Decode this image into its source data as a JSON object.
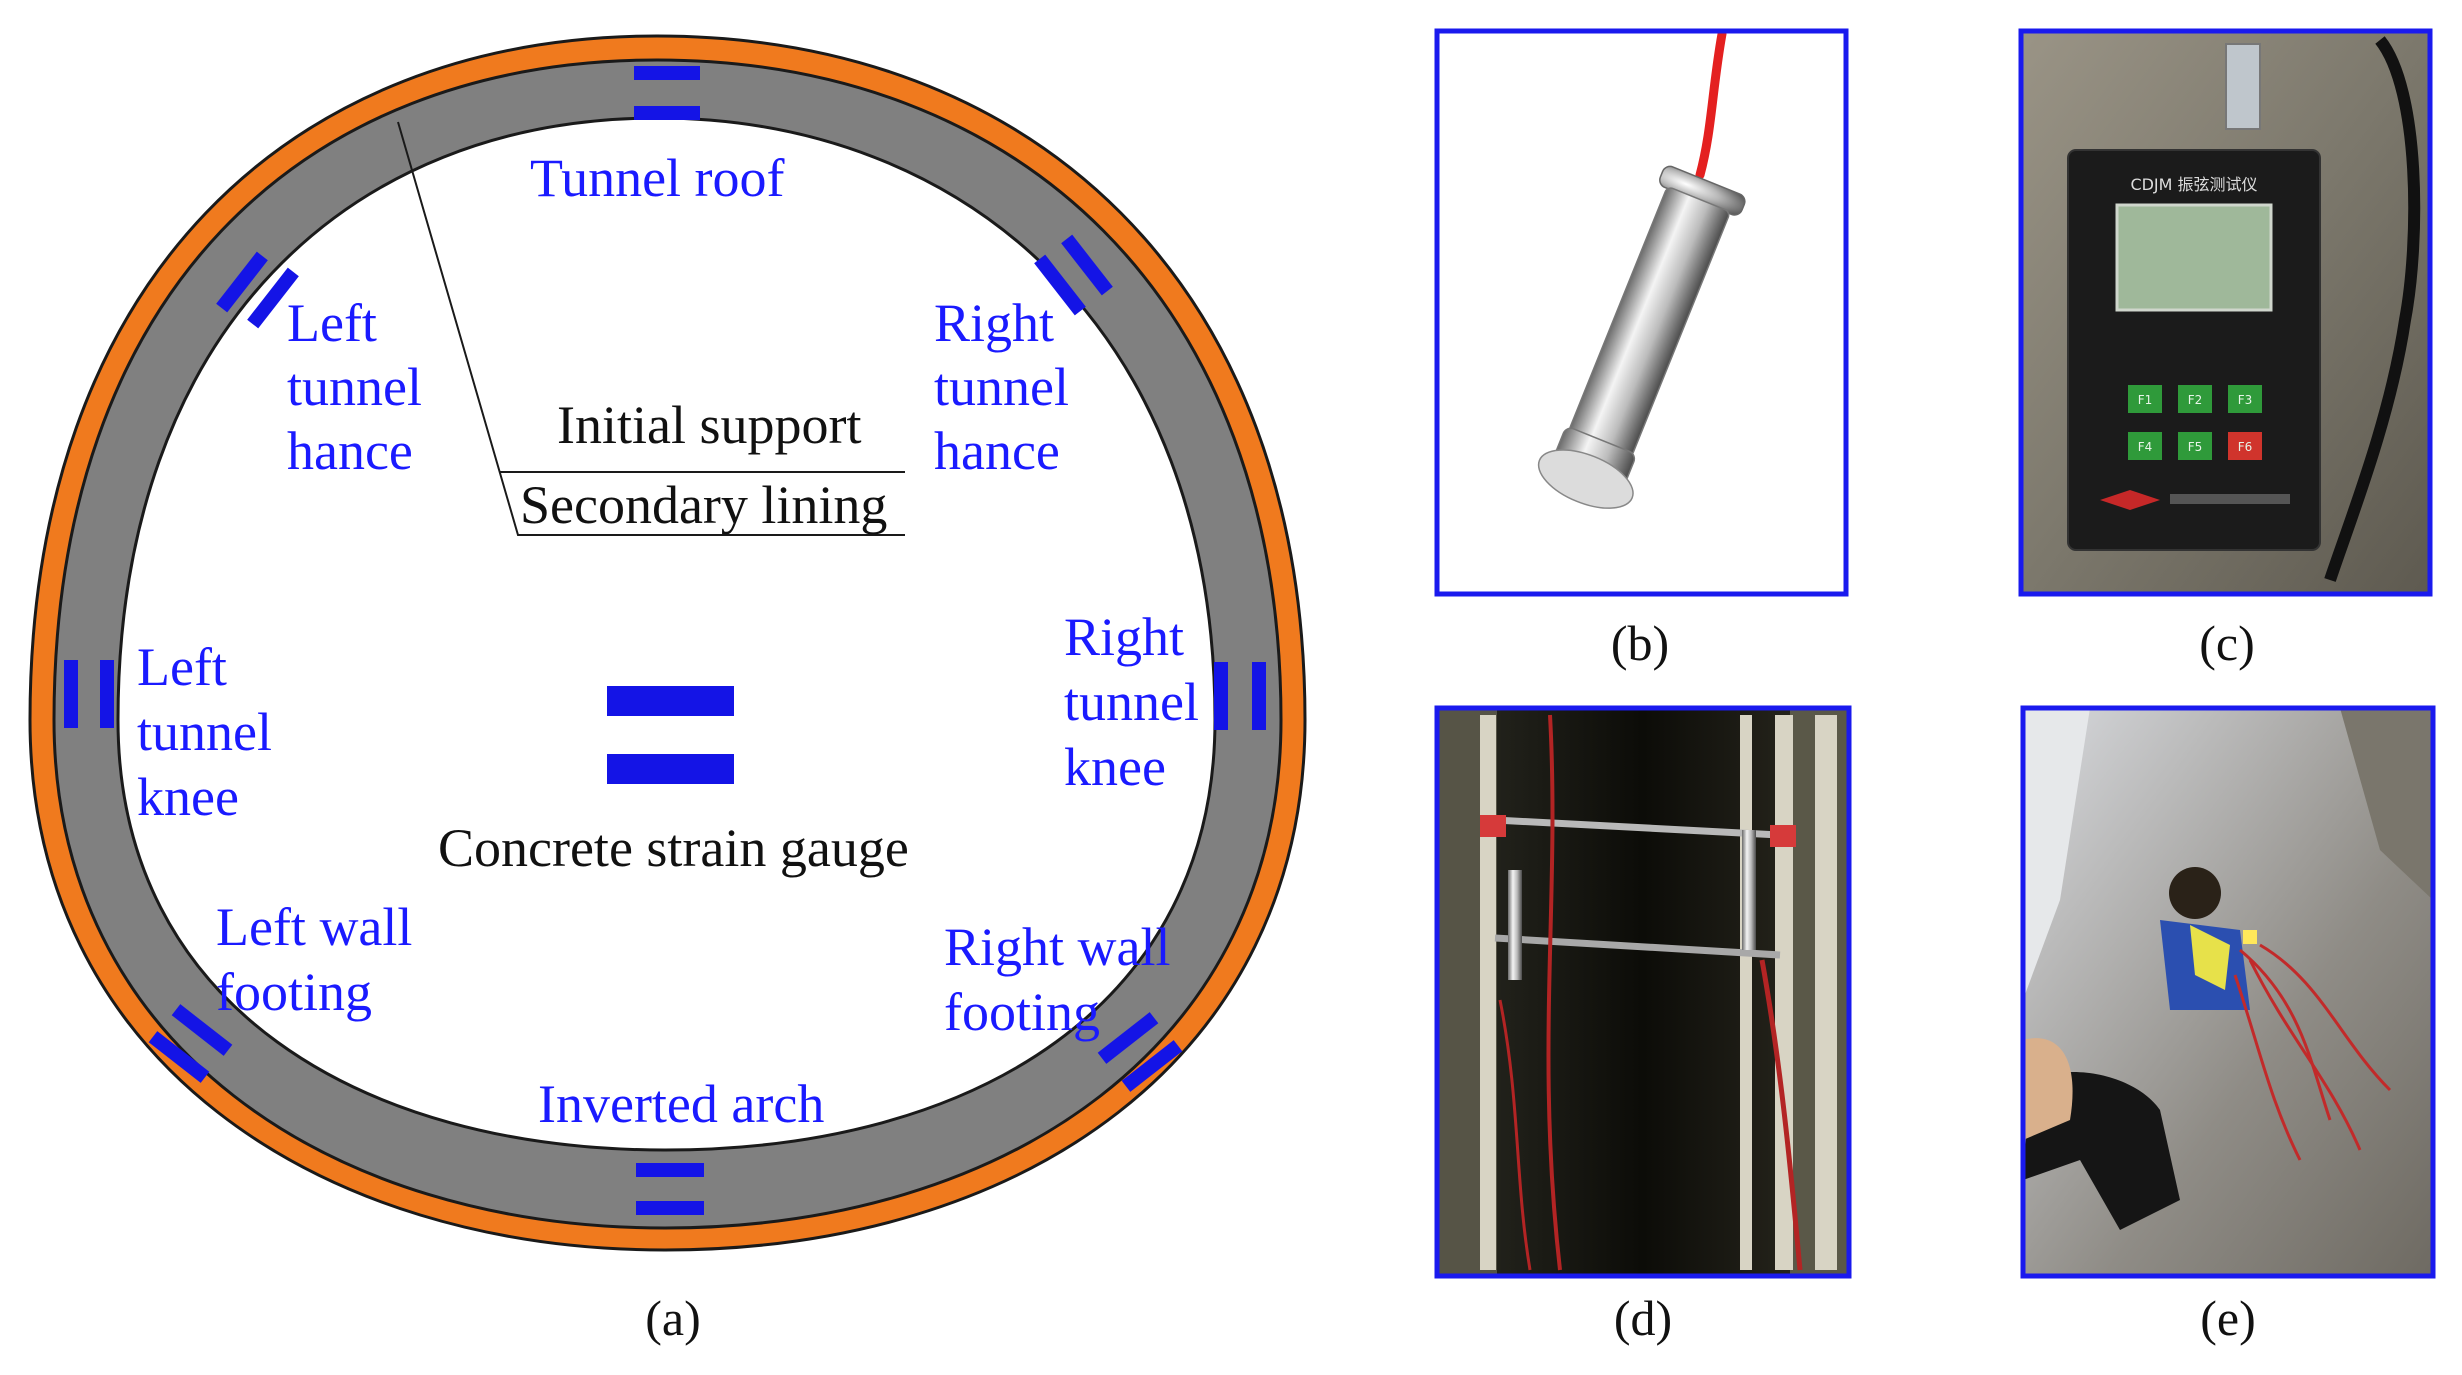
{
  "panel_a": {
    "labels": {
      "tunnel_roof": [
        "Tunnel roof"
      ],
      "left_hance": [
        "Left",
        "tunnel",
        "hance"
      ],
      "right_hance": [
        "Right",
        "tunnel",
        "hance"
      ],
      "left_knee": [
        "Left",
        "tunnel",
        "knee"
      ],
      "right_knee": [
        "Right",
        "tunnel",
        "knee"
      ],
      "left_footing": [
        "Left wall",
        "footing"
      ],
      "right_footing": [
        "Right wall",
        "footing"
      ],
      "inverted_arch": [
        "Inverted arch"
      ],
      "initial_support": "Initial support",
      "secondary_lining": "Secondary lining",
      "legend_gauge": "Concrete strain gauge"
    },
    "caption": "(a)"
  },
  "panel_b": {
    "caption": "(b)",
    "content": "vibrating wire strain gauge sensor"
  },
  "panel_c": {
    "caption": "(c)",
    "device_title": "CDJM 振弦测试仪",
    "keys": [
      "F1",
      "F2",
      "F3",
      "F4",
      "F5",
      "F6"
    ]
  },
  "panel_d": {
    "caption": "(d)",
    "content": "strain gauges mounted on rebar"
  },
  "panel_e": {
    "caption": "(e)",
    "content": "field installation"
  },
  "colors": {
    "initial_support": "#f07a1e",
    "secondary_lining": "#808080",
    "gauge": "#1414e6",
    "labels": "#1a1aff",
    "frame": "#1a1aee"
  }
}
